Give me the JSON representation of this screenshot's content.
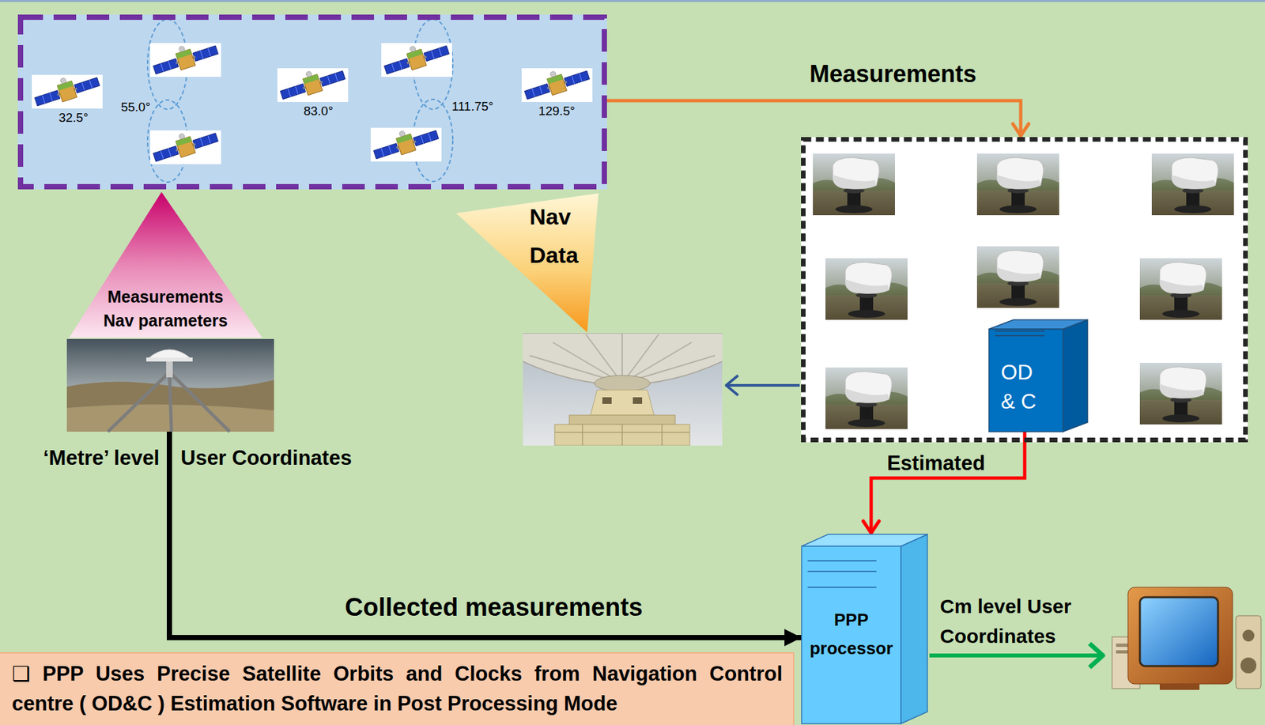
{
  "diagram": {
    "nodes": [
      {
        "text": [
          "32.5°",
          "55.0°",
          "83.0°",
          "111.75°",
          "129.5°"
        ]
      },
      {
        "text": []
      },
      {
        "text": [
          "OD & C"
        ],
        "in": 1
      },
      {
        "text": [
          "Measurements Nav parameters"
        ]
      },
      {
        "text": [
          "‘Metre’ level",
          "User Coordinates"
        ]
      },
      {
        "text": [
          "Nav Data"
        ]
      },
      {
        "text": [
          "PPP processor"
        ]
      },
      {
        "text": [
          "❑ PPP Uses Precise Satellite Orbits and Clocks from Navigation Control centre ( OD&C ) Estimation Software in Post Processing Mode"
        ]
      }
    ],
    "edges": [
      {
        "from": 0,
        "to": 1,
        "arrow": "to",
        "label": "Measurements"
      },
      {
        "from": 2,
        "to": 6,
        "arrow": "to",
        "label": "Estimated"
      },
      {
        "from": 4,
        "to": 6,
        "arrow": "to",
        "label": "Collected measurements"
      }
    ],
    "labels": [
      "Cm level User Coordinates"
    ]
  }
}
